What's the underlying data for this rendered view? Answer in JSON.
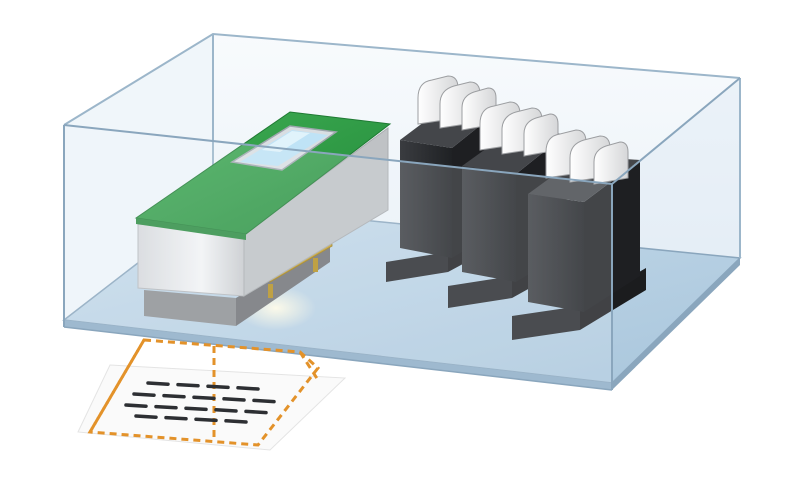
{
  "scene": {
    "background": "#ffffff",
    "enclosure": {
      "floor_color": "#b9d3e6",
      "glass_tint": "#e4eff7",
      "edge_color": "#8aa6bd"
    },
    "reader_module": {
      "top_color": "#2f9a45",
      "body_color": "#e2e4e6",
      "base_color": "#8d8f92",
      "window_color": "#bfe3f6",
      "connector_color": "#c9a22a"
    },
    "slide_holders": {
      "count": 3,
      "holder_color": "#2b2d30",
      "slide_color": "#ebebeb"
    },
    "projection": {
      "outline_color": "#e3922a",
      "mark_color": "#2d2f33",
      "mark_rows": [
        4,
        5,
        5,
        4
      ]
    }
  }
}
